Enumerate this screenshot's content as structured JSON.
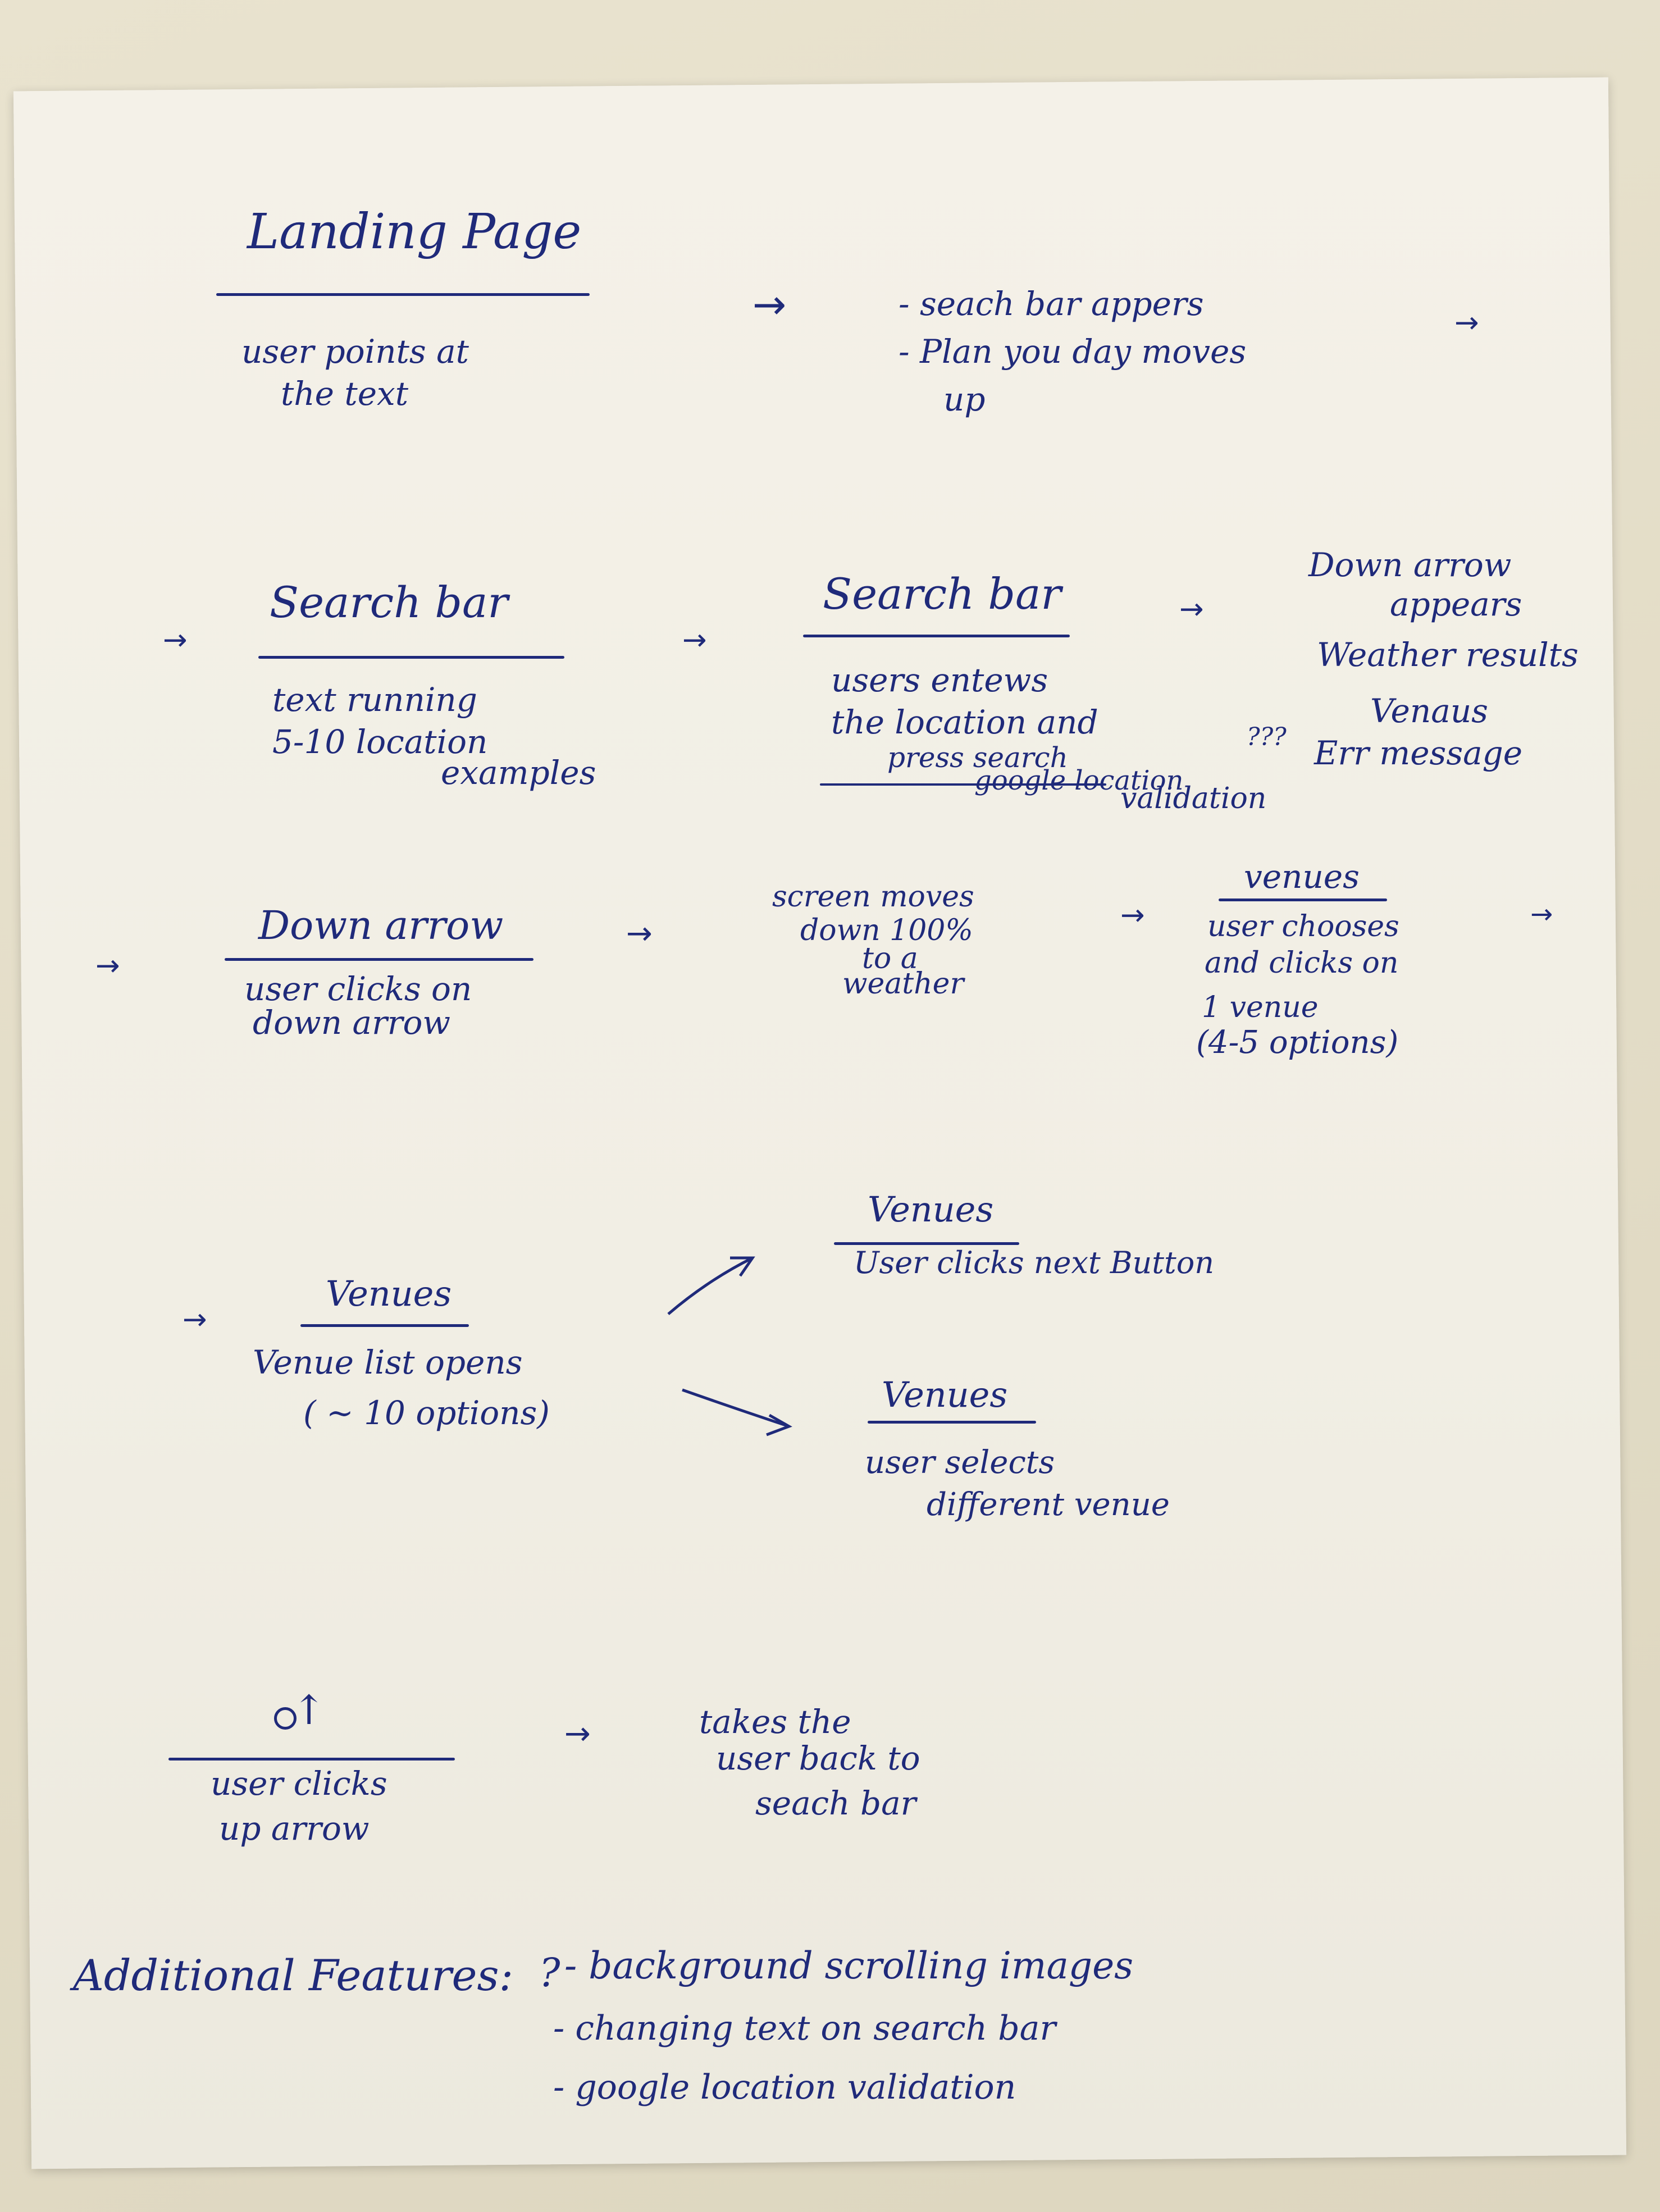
{
  "landing": {
    "title": "Landing Page",
    "line1": "user points at",
    "line2": "the text",
    "result1": "- seach bar appers",
    "result2": "- Plan you day moves",
    "result3": "up"
  },
  "search1": {
    "title": "Search bar",
    "line1": "text running",
    "line2": "5-10 location",
    "line3": "examples"
  },
  "search2": {
    "title": "Search bar",
    "line1": "users entews",
    "line2": "the location and",
    "line3": "press search",
    "line4": "google location",
    "line5": "validation"
  },
  "down_result": {
    "line1": "Down arrow",
    "line2": "appears",
    "line3": "Weather results",
    "line4": "Venaus",
    "qmarks": "???",
    "line5": "Err message"
  },
  "down_arrow": {
    "title": "Down arrow",
    "line1": "user clicks on",
    "line2": "down arrow"
  },
  "screen_moves": {
    "line1": "screen moves",
    "line2": "down 100%",
    "line3": "to a",
    "line4": "weather"
  },
  "venues_choose": {
    "title": "venues",
    "line1": "user chooses",
    "line2": "and clicks on",
    "line3": "1 venue",
    "line4": "(4-5 options)"
  },
  "venues_list": {
    "title": "Venues",
    "line1": "Venue list opens",
    "line2": "( ~ 10 options)"
  },
  "venues_next": {
    "title": "Venues",
    "line1": "User clicks next Button"
  },
  "venues_select": {
    "title": "Venues",
    "line1": "user selects",
    "line2": "different venue"
  },
  "up_arrow": {
    "title": "↑",
    "line1": "user clicks",
    "line2": "up arrow"
  },
  "takes_back": {
    "line1": "takes the",
    "line2": "user back to",
    "line3": "seach bar"
  },
  "additional": {
    "label": "Additional Features:",
    "q": "?",
    "item1": "- background scrolling images",
    "item2": "- changing text on search bar",
    "item3": "- google location validation"
  },
  "arrows": {
    "glyph": "→"
  },
  "colors": {
    "ink": "#1f2a7a",
    "paper": "#f2efe6"
  }
}
